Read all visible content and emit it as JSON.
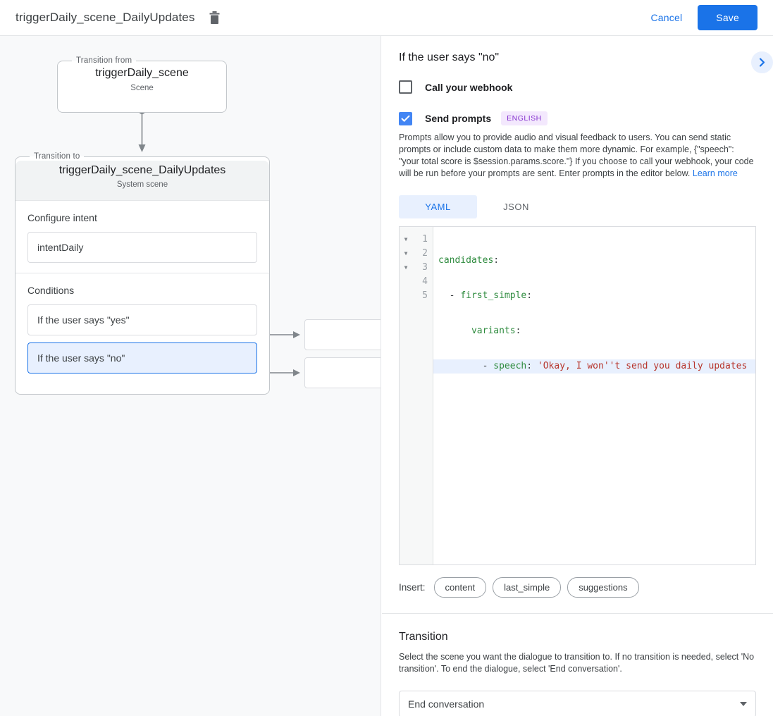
{
  "topbar": {
    "title": "triggerDaily_scene_DailyUpdates",
    "delete_icon": "trash-icon",
    "cancel_label": "Cancel",
    "save_label": "Save"
  },
  "canvas": {
    "transition_from": {
      "legend": "Transition from",
      "name": "triggerDaily_scene",
      "type": "Scene"
    },
    "transition_to": {
      "legend": "Transition to",
      "name": "triggerDaily_scene_DailyUpdates",
      "type": "System scene",
      "intent_section_label": "Configure intent",
      "intent_value": "intentDaily",
      "conditions_section_label": "Conditions",
      "conditions": [
        {
          "label": "If the user says \"yes\"",
          "selected": false
        },
        {
          "label": "If the user says \"no\"",
          "selected": true
        }
      ]
    }
  },
  "panel": {
    "title": "If the user says \"no\"",
    "expand_icon": "chevron-right-icon",
    "webhook": {
      "label": "Call your webhook",
      "checked": false
    },
    "prompts": {
      "label": "Send prompts",
      "checked": true,
      "language_badge": "ENGLISH",
      "description": "Prompts allow you to provide audio and visual feedback to users. You can send static prompts or include custom data to make them more dynamic. For example, {\"speech\": \"your total score is $session.params.score.\"} If you choose to call your webhook, your code will be run before your prompts are sent. Enter prompts in the editor below. ",
      "learn_more": "Learn more"
    },
    "editor": {
      "tabs": [
        {
          "label": "YAML",
          "active": true
        },
        {
          "label": "JSON",
          "active": false
        }
      ],
      "lines": [
        {
          "num": "1",
          "fold": true,
          "highlight": false,
          "key": "candidates",
          "colon": ":",
          "indent": "",
          "value": ""
        },
        {
          "num": "2",
          "fold": true,
          "highlight": false,
          "key": "first_simple",
          "colon": ":",
          "indent": "  - ",
          "value": ""
        },
        {
          "num": "3",
          "fold": true,
          "highlight": false,
          "key": "variants",
          "colon": ":",
          "indent": "      ",
          "value": ""
        },
        {
          "num": "4",
          "fold": false,
          "highlight": true,
          "key": "speech",
          "colon": ": ",
          "indent": "        - ",
          "value": "'Okay, I won''t send you daily updates"
        },
        {
          "num": "5",
          "fold": false,
          "highlight": false,
          "key": "",
          "colon": "",
          "indent": "",
          "value": ""
        }
      ]
    },
    "insert": {
      "label": "Insert:",
      "chips": [
        "content",
        "last_simple",
        "suggestions"
      ]
    },
    "transition": {
      "title": "Transition",
      "description": "Select the scene you want the dialogue to transition to. If no transition is needed, select 'No transition'. To end the dialogue, select 'End conversation'.",
      "selected": "End conversation"
    }
  },
  "colors": {
    "accent": "#1a73e8",
    "accent_light": "#e8f0fe",
    "badge_bg": "#f3e8fd",
    "badge_fg": "#8430ce",
    "canvas_bg": "#f8f9fa",
    "yaml_key": "#2e8b3e",
    "yaml_string": "#b7352c"
  }
}
